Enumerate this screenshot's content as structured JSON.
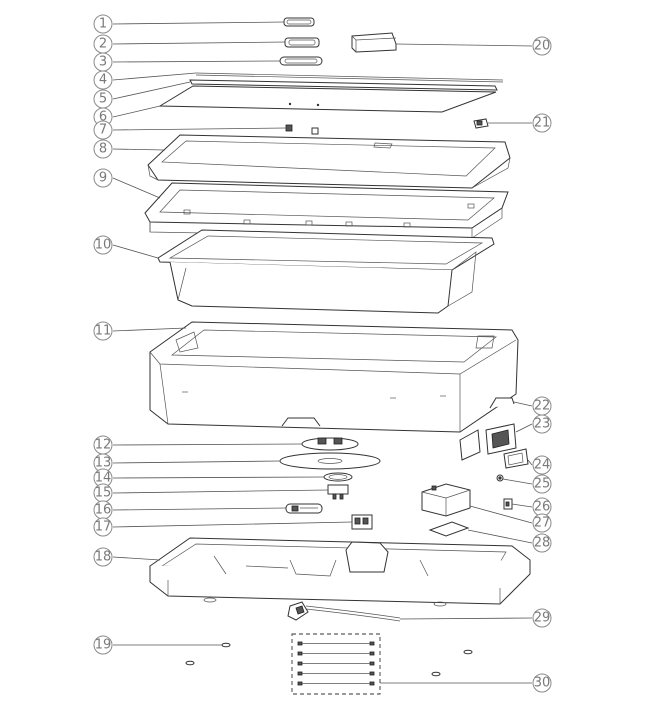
{
  "callouts": [
    {
      "n": "1"
    },
    {
      "n": "2"
    },
    {
      "n": "3"
    },
    {
      "n": "4"
    },
    {
      "n": "5"
    },
    {
      "n": "6"
    },
    {
      "n": "7"
    },
    {
      "n": "8"
    },
    {
      "n": "9"
    },
    {
      "n": "10"
    },
    {
      "n": "11"
    },
    {
      "n": "12"
    },
    {
      "n": "13"
    },
    {
      "n": "14"
    },
    {
      "n": "15"
    },
    {
      "n": "16"
    },
    {
      "n": "17"
    },
    {
      "n": "18"
    },
    {
      "n": "19"
    },
    {
      "n": "20"
    },
    {
      "n": "21"
    },
    {
      "n": "22"
    },
    {
      "n": "23"
    },
    {
      "n": "24"
    },
    {
      "n": "25"
    },
    {
      "n": "26"
    },
    {
      "n": "27"
    },
    {
      "n": "28"
    },
    {
      "n": "29"
    },
    {
      "n": "30"
    }
  ],
  "colors": {
    "line": "#333333",
    "callout": "#8a8a8a",
    "background": "#ffffff"
  }
}
